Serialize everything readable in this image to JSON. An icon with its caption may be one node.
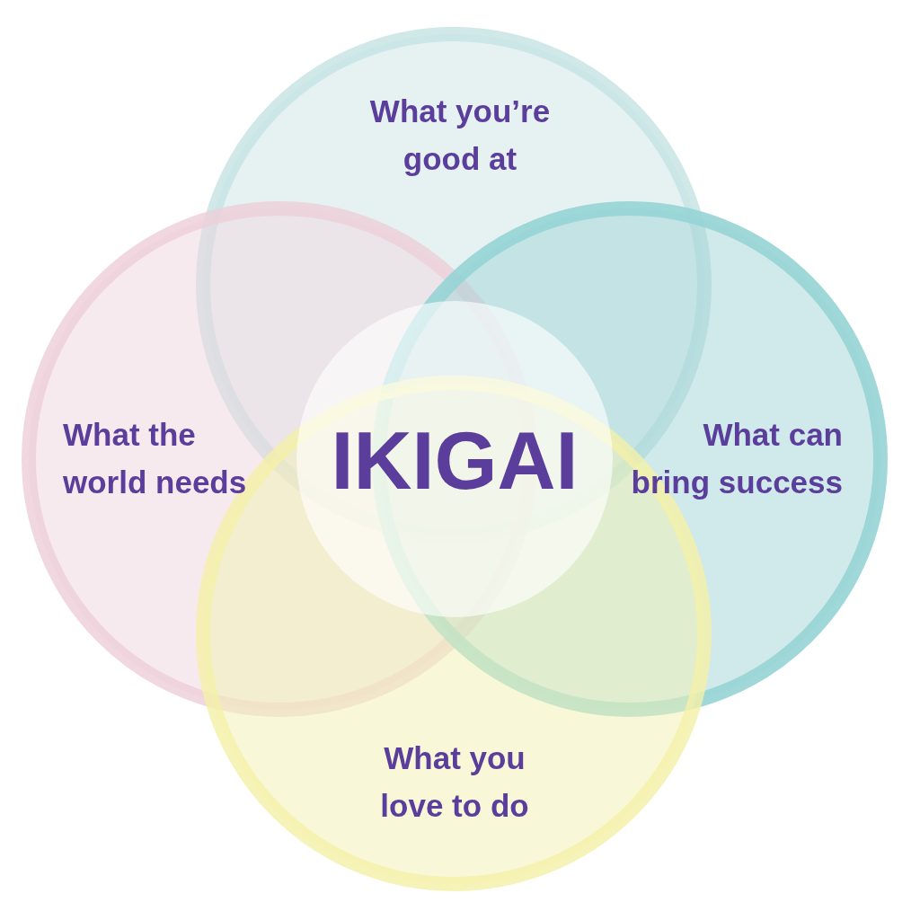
{
  "diagram": {
    "nodes": [
      {
        "text": [
          "What you’re good at"
        ]
      },
      {
        "text": [
          "What the world needs"
        ]
      },
      {
        "text": [
          "IKIGAI"
        ]
      },
      {
        "text": [
          "What can bring success"
        ]
      },
      {
        "text": [
          "What you love to do"
        ]
      }
    ]
  }
}
